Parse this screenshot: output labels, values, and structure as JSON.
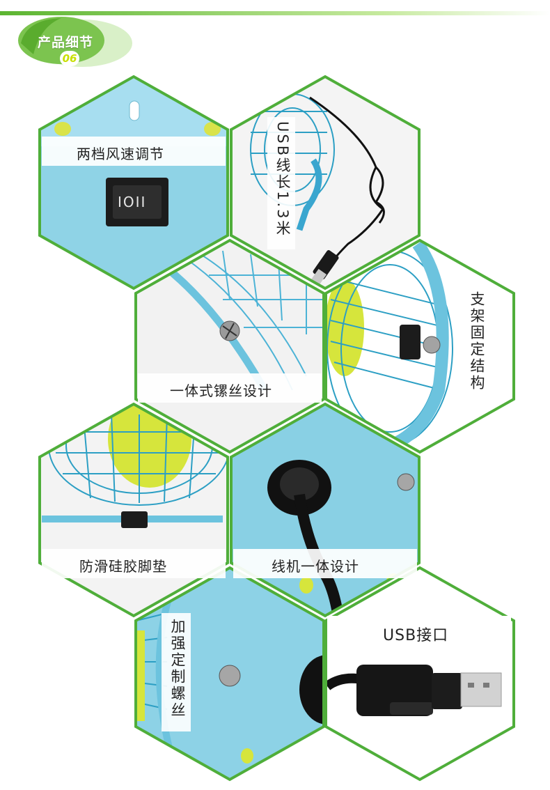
{
  "header": {
    "badge_title": "产品细节",
    "badge_number": "06"
  },
  "tiles": [
    {
      "label": "两档风速调节",
      "switch_text": "IOII"
    },
    {
      "label": "USB线长1.3米"
    },
    {
      "label": "一体式镙丝设计"
    },
    {
      "label": "支架固定结构"
    },
    {
      "label": "防滑硅胶脚垫"
    },
    {
      "label": "线机一体设计"
    },
    {
      "label": "加强定制螺丝"
    },
    {
      "label": "USB接口"
    }
  ],
  "colors": {
    "hex_border": "#4fae3a",
    "fan_blue": "#86d2e6",
    "fan_yellow": "#d3e23a",
    "label_bg": "#ffffff"
  }
}
